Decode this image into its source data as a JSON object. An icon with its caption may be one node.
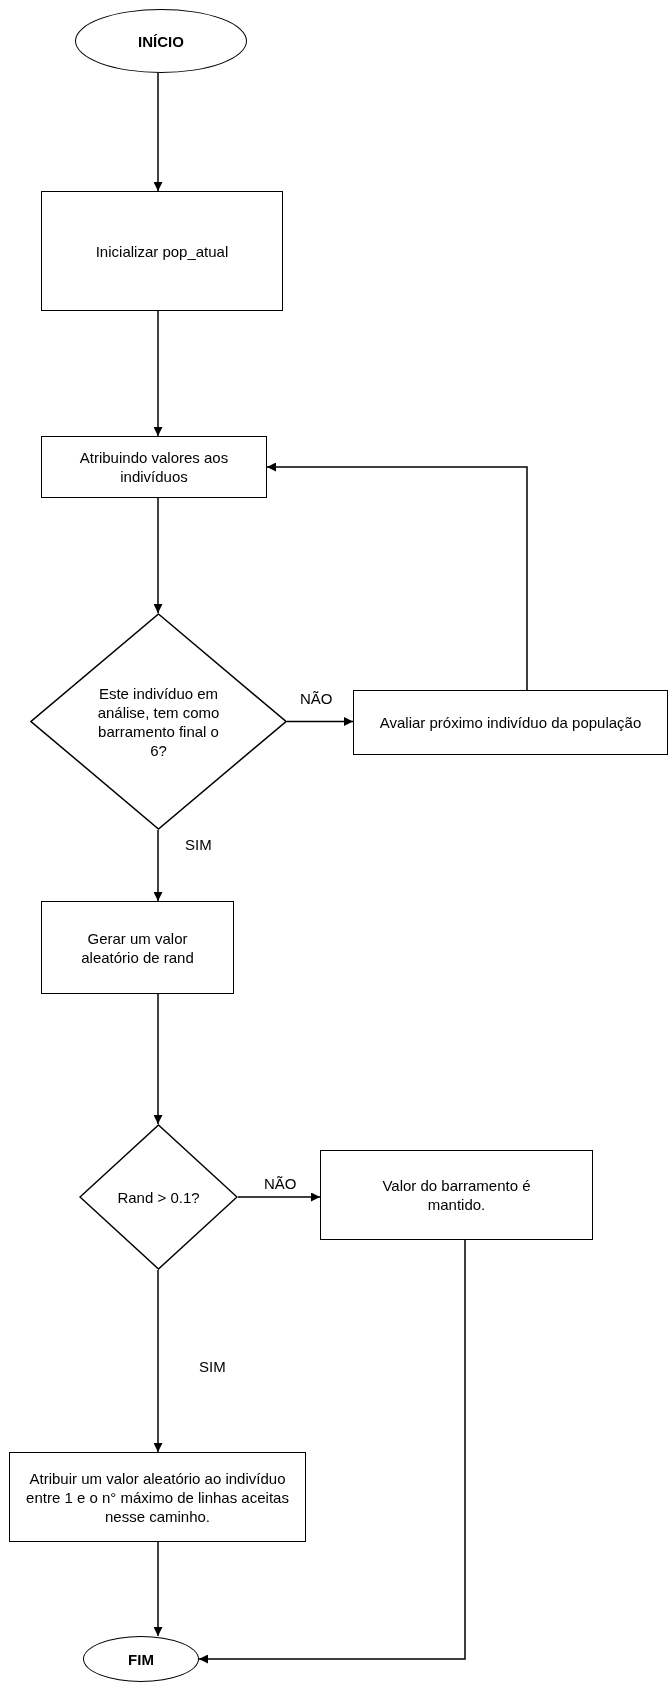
{
  "diagram": {
    "nodes": [
      {
        "text": [
          "INÍCIO"
        ]
      },
      {
        "text": [
          "Inicializar pop_atual"
        ]
      },
      {
        "text": [
          "Atribuindo valores aos indivíduos"
        ]
      },
      {
        "text": [
          "Este indivíduo em análise, tem como barramento final o 6?"
        ]
      },
      {
        "text": [
          "Avaliar próximo indivíduo da população"
        ]
      },
      {
        "text": [
          "Gerar um valor aleatório de rand"
        ]
      },
      {
        "text": [
          "Rand > 0.1?"
        ]
      },
      {
        "text": [
          "Valor do barramento é mantido."
        ]
      },
      {
        "text": [
          "Atribuir um valor aleatório ao indivíduo entre 1 e o n° máximo de linhas aceitas nesse caminho."
        ]
      },
      {
        "text": [
          "FIM"
        ]
      }
    ],
    "edges": [
      {
        "from": 0,
        "to": 1,
        "arrow": "to"
      },
      {
        "from": 1,
        "to": 2,
        "arrow": "to"
      },
      {
        "from": 2,
        "to": 3,
        "arrow": "to"
      },
      {
        "from": 3,
        "to": 4,
        "arrow": "to",
        "label": "NÃO"
      },
      {
        "from": 4,
        "to": 2,
        "arrow": "to"
      },
      {
        "from": 3,
        "to": 5,
        "arrow": "to",
        "label": "SIM"
      },
      {
        "from": 5,
        "to": 6,
        "arrow": "to"
      },
      {
        "from": 6,
        "to": 7,
        "arrow": "to",
        "label": "NÃO"
      },
      {
        "from": 6,
        "to": 8,
        "arrow": "to",
        "label": "SIM"
      },
      {
        "from": 8,
        "to": 9,
        "arrow": "to"
      },
      {
        "from": 7,
        "to": 9,
        "arrow": "to"
      }
    ]
  }
}
